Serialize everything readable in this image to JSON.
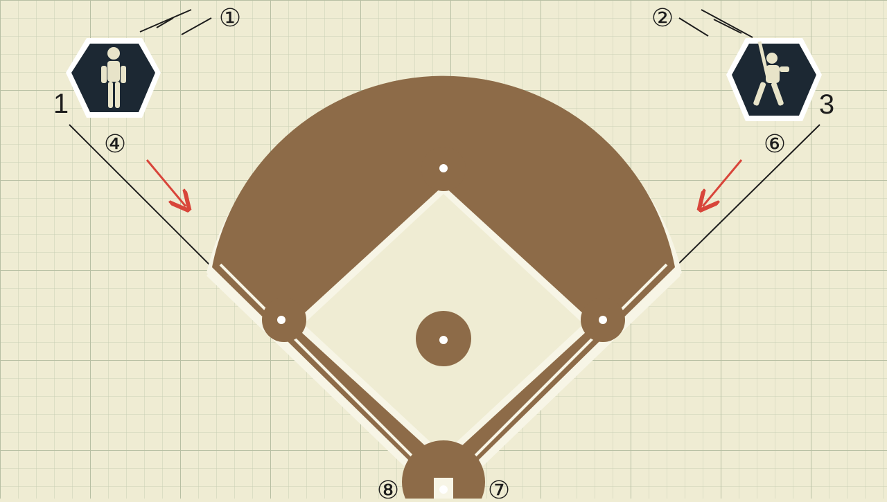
{
  "colors": {
    "paper": "#efecd3",
    "grid_minor": "#c9cfb6",
    "grid_major": "#b7bfa3",
    "dirt": "#8d6b48",
    "chalk": "#f7f5e6",
    "ink": "#1d1d1d",
    "badge": "#1c2833",
    "arrow": "#d8453a"
  },
  "labels": {
    "left_number": "1",
    "right_number": "3",
    "left_circled": "④",
    "right_circled": "⑥",
    "top_left_circled": "①",
    "top_right_circled": "②",
    "bottom_left_circled": "⑧",
    "bottom_right_circled": "⑦"
  },
  "badges": {
    "left_icon": "standing-player-icon",
    "right_icon": "batter-swinging-icon"
  },
  "field": {
    "icon": "baseball-diamond-icon"
  }
}
